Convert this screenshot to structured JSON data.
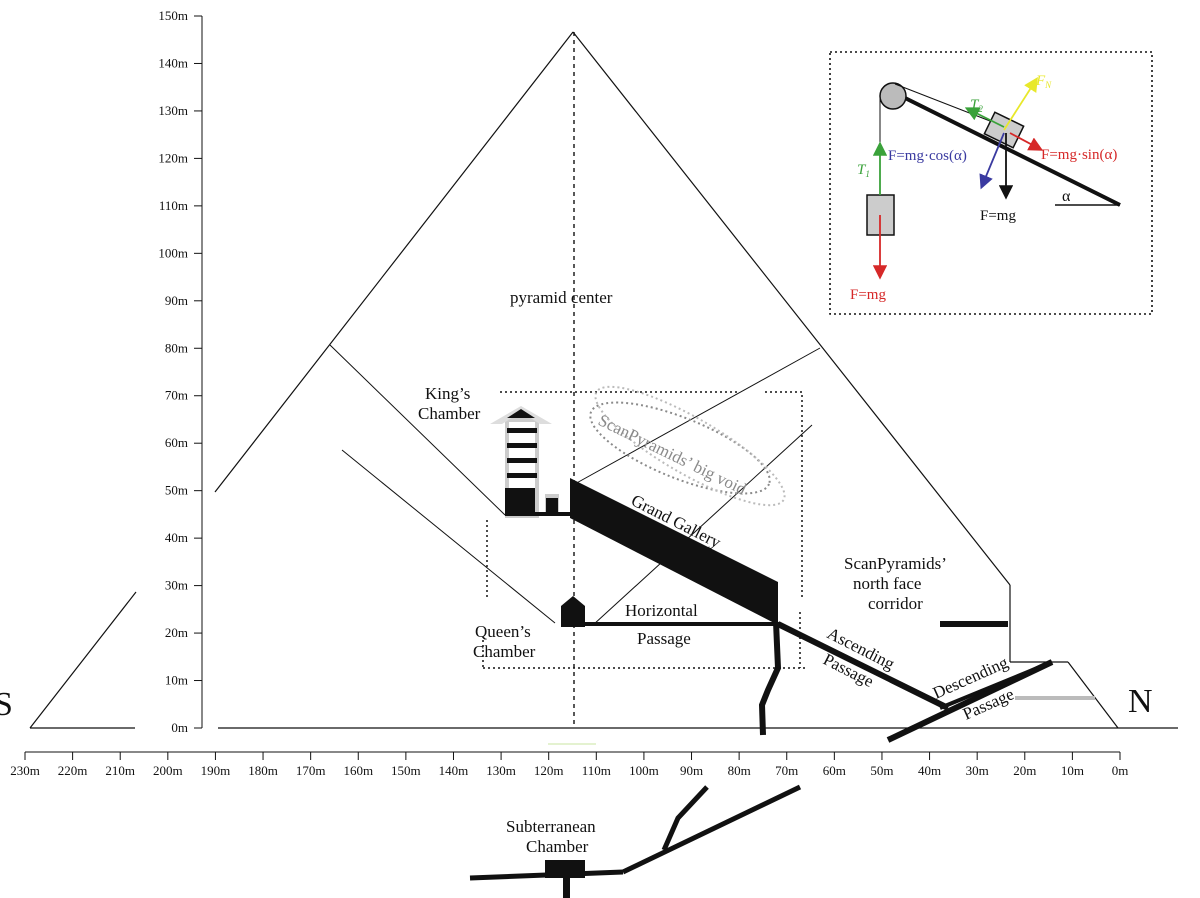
{
  "y_axis": {
    "ticks": [
      "150m",
      "140m",
      "130m",
      "120m",
      "110m",
      "100m",
      "90m",
      "80m",
      "70m",
      "60m",
      "50m",
      "40m",
      "30m",
      "20m",
      "10m",
      "0m"
    ]
  },
  "x_axis": {
    "ticks": [
      "230m",
      "220m",
      "210m",
      "200m",
      "190m",
      "180m",
      "170m",
      "160m",
      "150m",
      "140m",
      "130m",
      "120m",
      "110m",
      "100m",
      "90m",
      "80m",
      "70m",
      "60m",
      "50m",
      "40m",
      "30m",
      "20m",
      "10m",
      "0m"
    ]
  },
  "directions": {
    "south": "S",
    "north": "N"
  },
  "labels": {
    "pyramid_center": "pyramid center",
    "kings_chamber": [
      "King’s",
      "Chamber"
    ],
    "queens_chamber": [
      "Queen’s",
      "Chamber"
    ],
    "grand_gallery": "Grand Gallery",
    "big_void": "ScanPyramids’ big void",
    "horizontal_passage": [
      "Horizontal",
      "Passage"
    ],
    "ascending_passage": [
      "Ascending",
      "Passage"
    ],
    "descending_passage": [
      "Descending",
      "Passage"
    ],
    "north_face_corridor": [
      "ScanPyramids’",
      "north face",
      "corridor"
    ],
    "subterranean_chamber": [
      "Subterranean",
      "Chamber"
    ]
  },
  "inset": {
    "t2": "T",
    "t2_sub": "2",
    "t1": "T",
    "t1_sub": "1",
    "fn": "F",
    "fn_sub": "N",
    "f_cos": "F=mg·cos(α)",
    "f_sin": "F=mg·sin(α)",
    "f_mg": "F=mg",
    "f_mg_left": "F=mg",
    "alpha": "α"
  },
  "colors": {
    "green": "#3aa23a",
    "red": "#d62828",
    "yellow": "#e8e82a",
    "blue": "#3a3aa0",
    "grey": "#bbbbbb",
    "void_grey": "#8a8a8a"
  }
}
